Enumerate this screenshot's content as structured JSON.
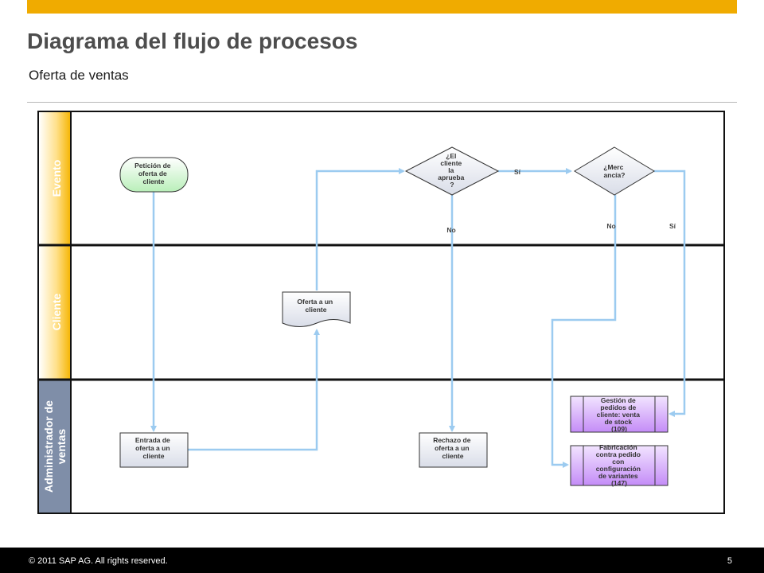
{
  "header": {
    "title": "Diagrama del flujo de procesos",
    "subtitle": "Oferta de ventas"
  },
  "lanes": {
    "evento": "Evento",
    "cliente": "Cliente",
    "admin_line1": "Administrador de",
    "admin_line2": "ventas"
  },
  "nodes": {
    "peticion": [
      "Petición de",
      "oferta de",
      "cliente"
    ],
    "decision_aprueba": [
      "¿El",
      "cliente",
      "la",
      "aprueba",
      "?"
    ],
    "decision_mercancia": [
      "¿Merc",
      "ancía?"
    ],
    "oferta_cliente": [
      "Oferta a un",
      "cliente"
    ],
    "entrada_oferta": [
      "Entrada de",
      "oferta a un",
      "cliente"
    ],
    "rechazo_oferta": [
      "Rechazo de",
      "oferta a un",
      "cliente"
    ],
    "gestion_pedidos": [
      "Gestión de",
      "pedidos de",
      "cliente: venta",
      "de stock",
      "(109)"
    ],
    "fabricacion": [
      "Fabricación",
      "contra pedido",
      "con",
      "configuración",
      "de variantes",
      "(147)"
    ]
  },
  "edges": {
    "si_1": "Sí",
    "no_1": "No",
    "no_2": "No",
    "si_2": "Sí"
  },
  "footer": {
    "copyright": "© 2011 SAP AG. All rights reserved.",
    "page": "5"
  },
  "colors": {
    "accent": "#f0ab00",
    "lane_gradient": "#ffc72c",
    "start_event": "#d2f5d2",
    "subprocess": "#cf9bff",
    "edge": "#9ccbf0"
  }
}
